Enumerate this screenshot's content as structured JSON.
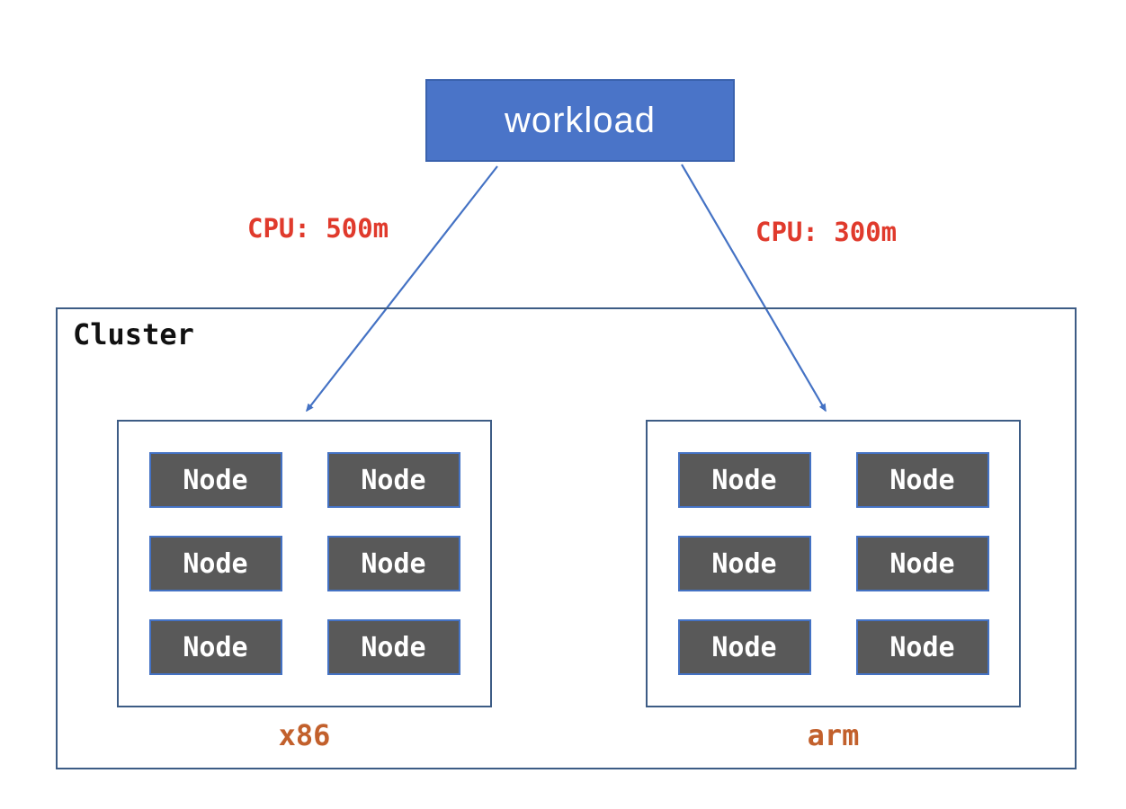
{
  "diagram": {
    "workload": {
      "label": "workload"
    },
    "edges": [
      {
        "label": "CPU: 500m",
        "from": "workload",
        "to": "x86",
        "cpu_request": "500m"
      },
      {
        "label": "CPU: 300m",
        "from": "workload",
        "to": "arm",
        "cpu_request": "300m"
      }
    ],
    "cluster": {
      "label": "Cluster",
      "groups": [
        {
          "name": "x86",
          "node_label": "Node",
          "node_count": 6
        },
        {
          "name": "arm",
          "node_label": "Node",
          "node_count": 6
        }
      ]
    },
    "colors": {
      "workload_fill": "#4a74c8",
      "workload_border": "#3a62ae",
      "arrow": "#4472c4",
      "cluster_border": "#3d5c85",
      "node_fill": "#595959",
      "node_border": "#4472c4",
      "cpu_label_text": "#e03a2c",
      "arch_label_text": "#c2602c"
    }
  }
}
